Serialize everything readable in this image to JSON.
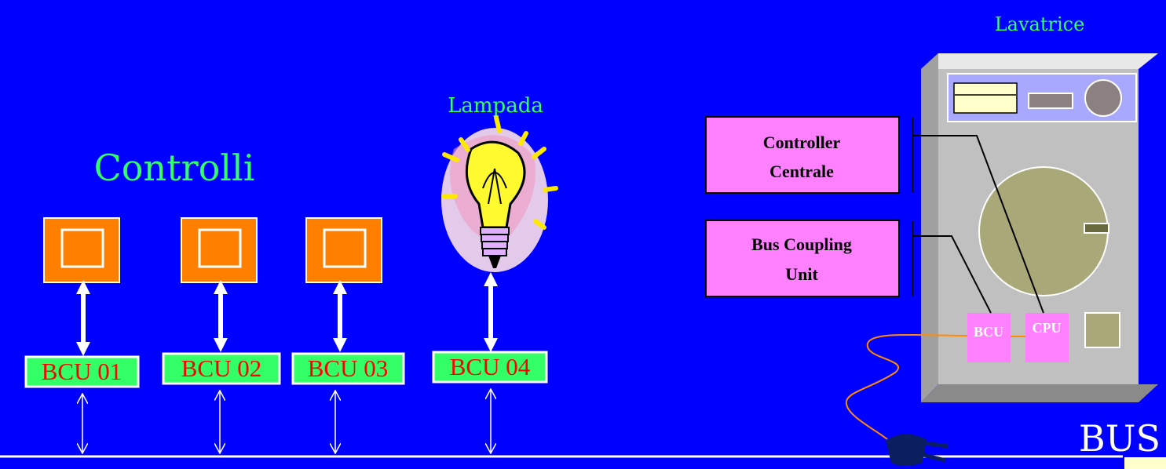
{
  "labels": {
    "controlli": "Controlli",
    "lampada": "Lampada",
    "lavatrice": "Lavatrice",
    "bus": "BUS"
  },
  "bcus": [
    "BCU 01",
    "BCU 02",
    "BCU 03",
    "BCU 04"
  ],
  "callouts": {
    "controller": [
      "Controller",
      "Centrale"
    ],
    "bus_coupling": [
      "Bus Coupling",
      "Unit"
    ]
  },
  "chips": {
    "bcu": "BCU",
    "cpu": "CPU"
  },
  "colors": {
    "background": "#0000ff",
    "label_green": "#33ff66",
    "label_red": "#ff0000",
    "control_orange": "#ff8000",
    "callout_pink": "#ff80ff",
    "washer_body": "#c0c0c0",
    "washer_panel": "#a8a8ff",
    "drum": "#a8a878",
    "cable": "#ff8c00",
    "plug": "#0a1e60"
  }
}
